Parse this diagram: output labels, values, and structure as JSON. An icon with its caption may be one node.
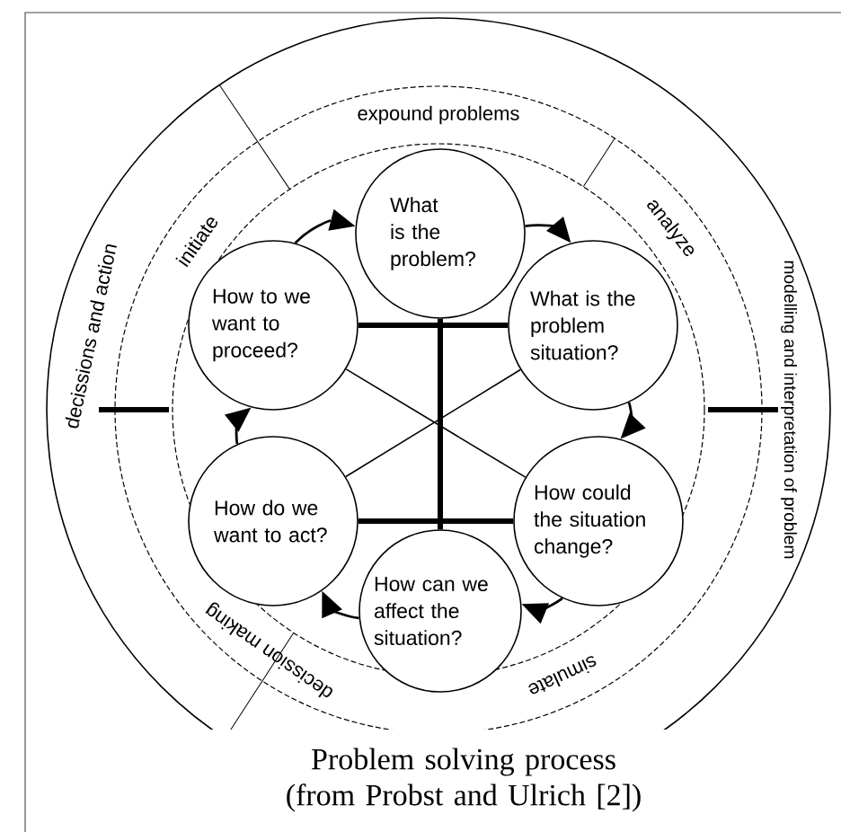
{
  "diagram": {
    "caption": "Problem solving process (from Probst and Ulrich [2])",
    "nodes": [
      {
        "text": [
          "What is the problem?"
        ]
      },
      {
        "text": [
          "How to we want to proceed?"
        ]
      },
      {
        "text": [
          "What is the problem situation?"
        ]
      },
      {
        "text": [
          "How do we want to act?"
        ]
      },
      {
        "text": [
          "How could the situation change?"
        ]
      },
      {
        "text": [
          "How can we affect the situation?"
        ]
      }
    ],
    "edges": [
      {
        "from": 1,
        "to": 0,
        "arrow": "to"
      },
      {
        "from": 0,
        "to": 2,
        "arrow": "to"
      },
      {
        "from": 2,
        "to": 4,
        "arrow": "to"
      },
      {
        "from": 4,
        "to": 5,
        "arrow": "to"
      },
      {
        "from": 5,
        "to": 3,
        "arrow": "to"
      },
      {
        "from": 3,
        "to": 1,
        "arrow": "to"
      },
      {
        "from": 1,
        "to": 2,
        "arrow": "none",
        "style": "thick"
      },
      {
        "from": 3,
        "to": 4,
        "arrow": "none",
        "style": "thick"
      },
      {
        "from": 0,
        "to": 5,
        "arrow": "none",
        "style": "thick"
      },
      {
        "from": 1,
        "to": 4,
        "arrow": "none"
      },
      {
        "from": 2,
        "to": 3,
        "arrow": "none"
      }
    ],
    "labels": [
      "expound problems",
      "modelling and interpretation of problem",
      "analyze",
      "initiate",
      "decissions and action",
      "decission making",
      "simulate"
    ]
  }
}
